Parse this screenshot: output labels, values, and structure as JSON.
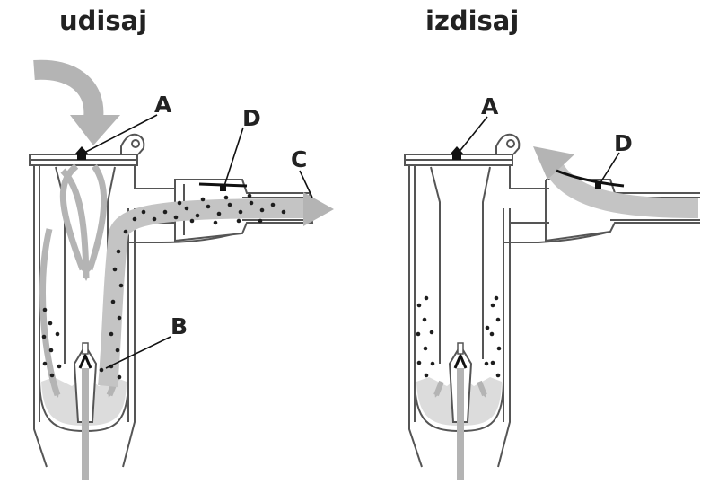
{
  "panels": {
    "left": {
      "title": "udisaj"
    },
    "right": {
      "title": "izdisaj"
    }
  },
  "labels": {
    "left": {
      "a": "A",
      "b": "B",
      "c": "C",
      "d": "D"
    },
    "right": {
      "a": "A",
      "d": "D"
    }
  },
  "colors": {
    "outline": "#555555",
    "airflow_arrow": "#b4b4b4",
    "aerosol_particles": "#1e1e1e",
    "liquid": "#dcdcdc",
    "valve": "#111111"
  }
}
